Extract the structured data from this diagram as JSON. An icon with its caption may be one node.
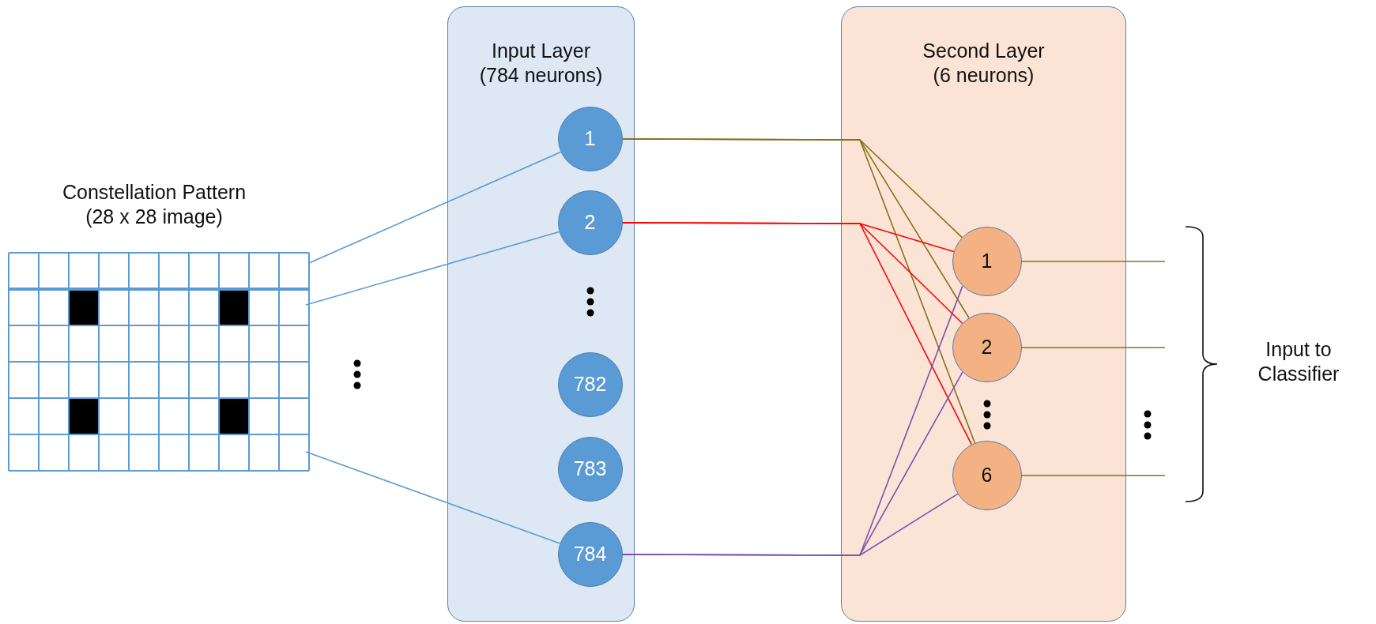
{
  "diagram": {
    "nodes": [
      {
        "text": [
          "Constellation Pattern (28 x 28 image)"
        ]
      },
      {
        "text": [
          "Input Layer (784 neurons)"
        ]
      },
      {
        "text": [
          "1"
        ],
        "in": 1
      },
      {
        "text": [
          "2"
        ],
        "in": 1
      },
      {
        "text": [
          "782"
        ],
        "in": 1
      },
      {
        "text": [
          "783"
        ],
        "in": 1
      },
      {
        "text": [
          "784"
        ],
        "in": 1
      },
      {
        "text": [
          "Second Layer (6 neurons)"
        ]
      },
      {
        "text": [
          "1"
        ],
        "in": 7
      },
      {
        "text": [
          "2"
        ],
        "in": 7
      },
      {
        "text": [
          "6"
        ],
        "in": 7
      }
    ],
    "edges": [
      {
        "from": 0,
        "to": 2,
        "arrow": "none",
        "color": "#5b9bd5"
      },
      {
        "from": 0,
        "to": 3,
        "arrow": "none",
        "color": "#5b9bd5"
      },
      {
        "from": 0,
        "to": 6,
        "arrow": "none",
        "color": "#5b9bd5"
      },
      {
        "from": 2,
        "to": 8,
        "arrow": "none"
      },
      {
        "from": 2,
        "to": 9,
        "arrow": "none"
      },
      {
        "from": 2,
        "to": 10,
        "arrow": "none"
      },
      {
        "from": 3,
        "to": 8,
        "arrow": "none",
        "color": "#ff0000"
      },
      {
        "from": 3,
        "to": 9,
        "arrow": "none",
        "color": "#ff0000"
      },
      {
        "from": 3,
        "to": 10,
        "arrow": "none",
        "color": "#ff0000"
      },
      {
        "from": 6,
        "to": 8,
        "arrow": "none",
        "color": "#7f4fb0"
      },
      {
        "from": 6,
        "to": 9,
        "arrow": "none",
        "color": "#7f4fb0"
      },
      {
        "from": 6,
        "to": 10,
        "arrow": "none",
        "color": "#7f4fb0"
      },
      {
        "from": 8,
        "to": null,
        "arrow": "none"
      },
      {
        "from": 9,
        "to": null,
        "arrow": "none"
      },
      {
        "from": 10,
        "to": null,
        "arrow": "none"
      }
    ],
    "labels": [
      "Input to Classifier"
    ]
  }
}
